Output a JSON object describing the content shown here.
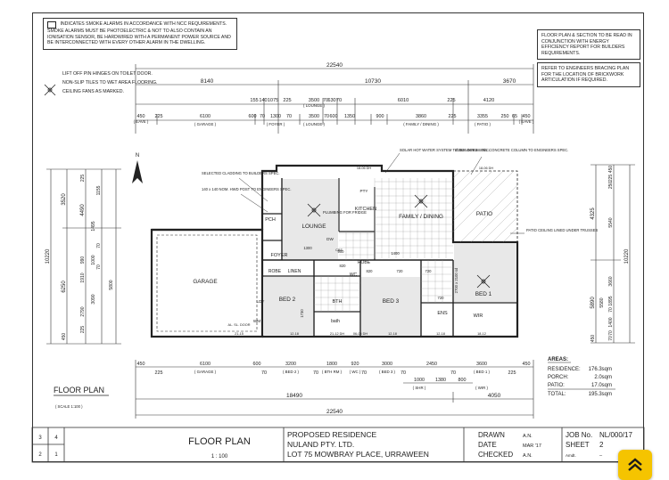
{
  "notes": {
    "smoke": "INDICATES SMOKE ALARMS IN ACCORDANCE WITH NCC REQUIREMENTS. SMOKE ALARMS MUST BE PHOTOELECTRIC & NOT TO ALSO CONTAIN AN IONISATION SENSOR, BE HARDWIRED WITH A PERMANENT POWER SOURCE AND BE INTERCONNECTED WITH EVERY OTHER ALARM IN THE DWELLING.",
    "read_with": "FLOOR PLAN & SECTION TO BE READ IN CONJUNCTION WITH ENERGY EFFICIENCY REPORT FOR BUILDERS REQUIREMENTS.",
    "bracing": "REFER TO ENGINEERS BRACING PLAN FOR THE LOCATION OF BRICKWORK ARTICULATION IF REQUIRED.",
    "hinges": "LIFT OFF PIN HINGES ON TOILET DOOR.",
    "tiles": "NON-SLIP TILES TO WET AREA FLOORING.",
    "fans": "CEILING FANS AS MARKED.",
    "cladding": "SELECTED CLADDING TO BUILDERS SPEC.",
    "post": "140 x 140 NOM. HWD POST TO ENGINEERS SPEC.",
    "solar": "SOLAR HOT WATER SYSTEM TO BUILDERS SPEC.",
    "column": "Ø250mm Nom. Dia. CONCRETE COLUMN TO ENGINEERS SPEC.",
    "patio_ceiling": "PATIO CEILING LINED UNDER TRUSSES",
    "plumbing": "PLUMBING FOR FRIDGE"
  },
  "rooms": {
    "garage": "GARAGE",
    "lounge": "LOUNGE",
    "kitchen": "KITCHEN",
    "family_dining": "FAMILY / DINING",
    "patio": "PATIO",
    "porch": "PCH",
    "foyer": "FOYER",
    "robe": "ROBE",
    "linen": "LINEN",
    "bed2": "BED 2",
    "bth": "BTH",
    "bed3": "BED 3",
    "bed1": "BED 1",
    "ens": "ENS",
    "wir": "WIR",
    "pty": "PTY",
    "wc": "WC",
    "ldy": "LDY",
    "bath": "bath",
    "wm": "WM",
    "dw": "DW"
  },
  "dims": {
    "top_overall": "22540",
    "top_seg": [
      "8140",
      "10730",
      "3670"
    ],
    "top_row2": [
      "155",
      "140",
      "1075",
      "225",
      "3500",
      "70",
      "630",
      "70",
      "6010",
      "225",
      "4120"
    ],
    "top_row3": [
      "450",
      "225",
      "6100",
      "600",
      "70",
      "1300",
      "70",
      "3500",
      "70",
      "600",
      "1350",
      "900",
      "3860",
      "225",
      "3355",
      "250",
      "65",
      "450"
    ],
    "top_labels": [
      "( GARAGE )",
      "( FOYER )",
      "( LOUNGE )",
      "( LOUNGE )",
      "( FAMILY / DINING )",
      "( PATIO )",
      "( EAVE )",
      "( EAVE )"
    ],
    "bot_row1": [
      "450",
      "225",
      "6100",
      "600",
      "70",
      "3200",
      "70",
      "1800",
      "920",
      "70",
      "3000",
      "70",
      "2450",
      "70",
      "3600",
      "225",
      "450"
    ],
    "bot_labels": [
      "( GARAGE )",
      "( BED 2 )",
      "( BTH RM )",
      "( WC )",
      "( BED 3 )",
      "( BED 1 )"
    ],
    "bot_row2": [
      "1000",
      "1380",
      "800"
    ],
    "bot_row2_labels": [
      "( SHR )",
      "( WIR )"
    ],
    "bot_mid": "18490",
    "bot_right": "4050",
    "bot_overall": "22540",
    "left_overall": "10220",
    "left_seg": [
      "3520",
      "4490",
      "6250"
    ],
    "left_inner": [
      "225",
      "1495",
      "1155",
      "70",
      "990",
      "1000",
      "1910",
      "2790",
      "3090",
      "5800",
      "225",
      "450",
      "70"
    ],
    "right_overall": "10220",
    "right_seg": [
      "4325",
      "5890"
    ],
    "right_inner": [
      "450",
      "225",
      "250",
      "5540",
      "3660",
      "1895",
      "70",
      "1400",
      "70",
      "5580",
      "70",
      "450"
    ],
    "openings": [
      "1300",
      "900",
      "1400",
      "820",
      "820",
      "2700 x 2100 sd",
      "720",
      "1730",
      "720",
      "720"
    ],
    "bearings": [
      "18-06 DH",
      "18-06 DH",
      "21-15",
      "12-18",
      "21-12 DH",
      "06-06 DH",
      "12-18",
      "12-18",
      "18-12"
    ],
    "cable": "CBS",
    "al_sl": "AL. SL. DOOR"
  },
  "areas": {
    "heading": "AREAS:",
    "rows": [
      {
        "label": "RESIDENCE:",
        "value": "176.3sqm"
      },
      {
        "label": "PORCH:",
        "value": "2.0sqm"
      },
      {
        "label": "PATIO:",
        "value": "17.0sqm"
      }
    ],
    "total_label": "TOTAL:",
    "total_value": "195.3sqm"
  },
  "plan_title": "FLOOR PLAN",
  "plan_scale": "( SCALE 1:100 )",
  "title_block": {
    "rev": [
      "3",
      "4",
      "2",
      "1"
    ],
    "drawing_title": "FLOOR PLAN",
    "scale": "1 : 100",
    "project": [
      "PROPOSED RESIDENCE",
      "NULAND PTY. LTD.",
      "LOT 75 MOWBRAY PLACE, URRAWEEN"
    ],
    "drawn_label": "DRAWN",
    "drawn_value": "A.N.",
    "date_label": "DATE",
    "date_value": "MAR '17",
    "checked_label": "CHECKED",
    "checked_value": "A.N.",
    "job_label": "JOB No.",
    "job_value": "NL/000/17",
    "sheet_label": "SHEET",
    "sheet_value": "2",
    "amdt_label": "Amdt.",
    "amdt_value": "–"
  },
  "colors": {
    "ink": "#222222",
    "scroll_button": "#f5c400"
  },
  "icons": {
    "north": "north-arrow-icon",
    "fan": "ceiling-fan-icon",
    "top": "chevron-up-icon"
  }
}
